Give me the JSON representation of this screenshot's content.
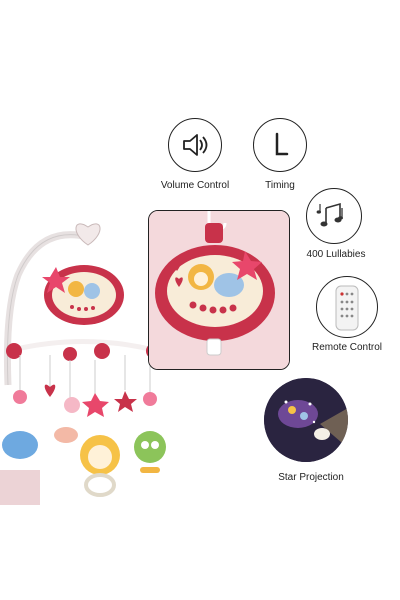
{
  "features": {
    "volume": {
      "label": "Volume Control",
      "icon": "speaker-icon"
    },
    "timing": {
      "label": "Timing",
      "icon": "timer-l-icon"
    },
    "lullabies": {
      "label": "400 Lullabies",
      "icon": "music-notes-icon"
    },
    "remote": {
      "label": "Remote Control",
      "icon": "remote-icon"
    },
    "projection": {
      "label": "Star Projection",
      "icon": "projection-icon"
    }
  },
  "colors": {
    "toy_red": "#c8324a",
    "toy_pink": "#f5d6dc",
    "projection_dark": "#2a2440",
    "projection_glow": "#f0d07a"
  }
}
